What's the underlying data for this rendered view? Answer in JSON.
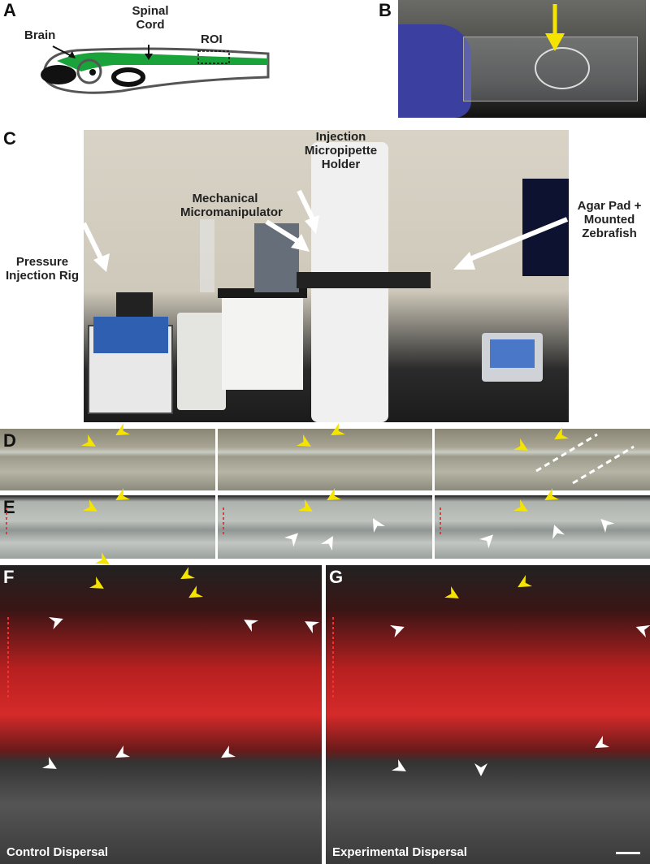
{
  "panels": {
    "A": {
      "letter": "A",
      "labels": {
        "brain": "Brain",
        "spinal_cord": "Spinal Cord",
        "roi": "ROI"
      }
    },
    "B": {
      "letter": "B"
    },
    "C": {
      "letter": "C",
      "labels": {
        "pressure_rig": "Pressure Injection Rig",
        "micromanipulator": "Mechanical Micromanipulator",
        "pipette_holder": "Injection Micropipette Holder",
        "agar_pad": "Agar Pad + Mounted Zebrafish"
      }
    },
    "D": {
      "letter": "D"
    },
    "E": {
      "letter": "E"
    },
    "F": {
      "letter": "F",
      "caption": "Control Dispersal"
    },
    "G": {
      "letter": "G",
      "caption": "Experimental Dispersal"
    }
  },
  "colors": {
    "arrow_yellow": "#f5e400",
    "arrowhead_white": "#ffffff",
    "spinal_green": "#1aa33a",
    "fluor_red": "#d52a2a"
  }
}
